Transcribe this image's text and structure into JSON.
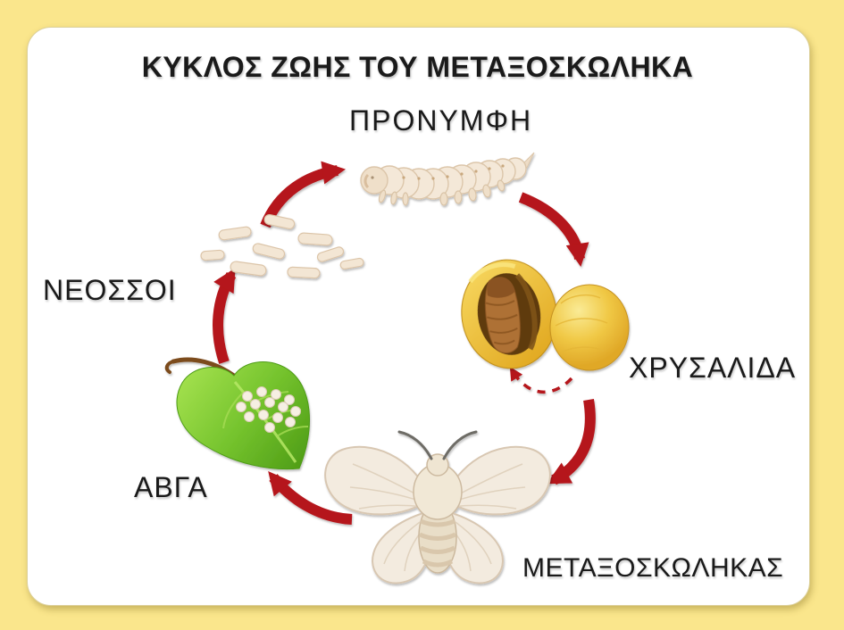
{
  "diagram": {
    "title": "ΚΥΚΛΟΣ ΖΩΗΣ ΤΟΥ ΜΕΤΑΞΟΣΚΩΛΗΚΑ",
    "stages": [
      {
        "label": "ΠΡΟΝΥΜΦΗ",
        "icon": "silkworm-larva-illustration"
      },
      {
        "label": "ΧΡΥΣΑΛΙΔΑ",
        "icon": "cocoon-open-and-closed-illustration"
      },
      {
        "label": "ΜΕΤΑΞΟΣΚΩΛΗΚΑΣ",
        "icon": "silk-moth-illustration"
      },
      {
        "label": "ΑΒΓΑ",
        "icon": "eggs-on-leaf-illustration"
      },
      {
        "label": "ΝΕΟΣΣΟΙ",
        "icon": "hatchlings-illustration"
      }
    ],
    "arrows": [
      {
        "name": "hatchlings-to-larva",
        "style": "solid"
      },
      {
        "name": "larva-to-chrysalis",
        "style": "solid"
      },
      {
        "name": "chrysalis-to-moth",
        "style": "solid"
      },
      {
        "name": "moth-to-eggs",
        "style": "solid"
      },
      {
        "name": "eggs-to-hatchlings",
        "style": "solid"
      },
      {
        "name": "closed-cocoon-to-open-cocoon",
        "style": "dashed"
      }
    ]
  },
  "colors": {
    "background": "#FAE68C",
    "card": "#FFFFFF",
    "card_border": "#DCD09A",
    "text": "#1A1A1A",
    "arrow": "#B5151A",
    "leaf_green": "#76C42E",
    "cocoon_gold": "#EEC33B",
    "pupa_brown": "#AE7135",
    "larva_cream": "#F4E8D8",
    "moth_cream": "#F3EBDF"
  }
}
